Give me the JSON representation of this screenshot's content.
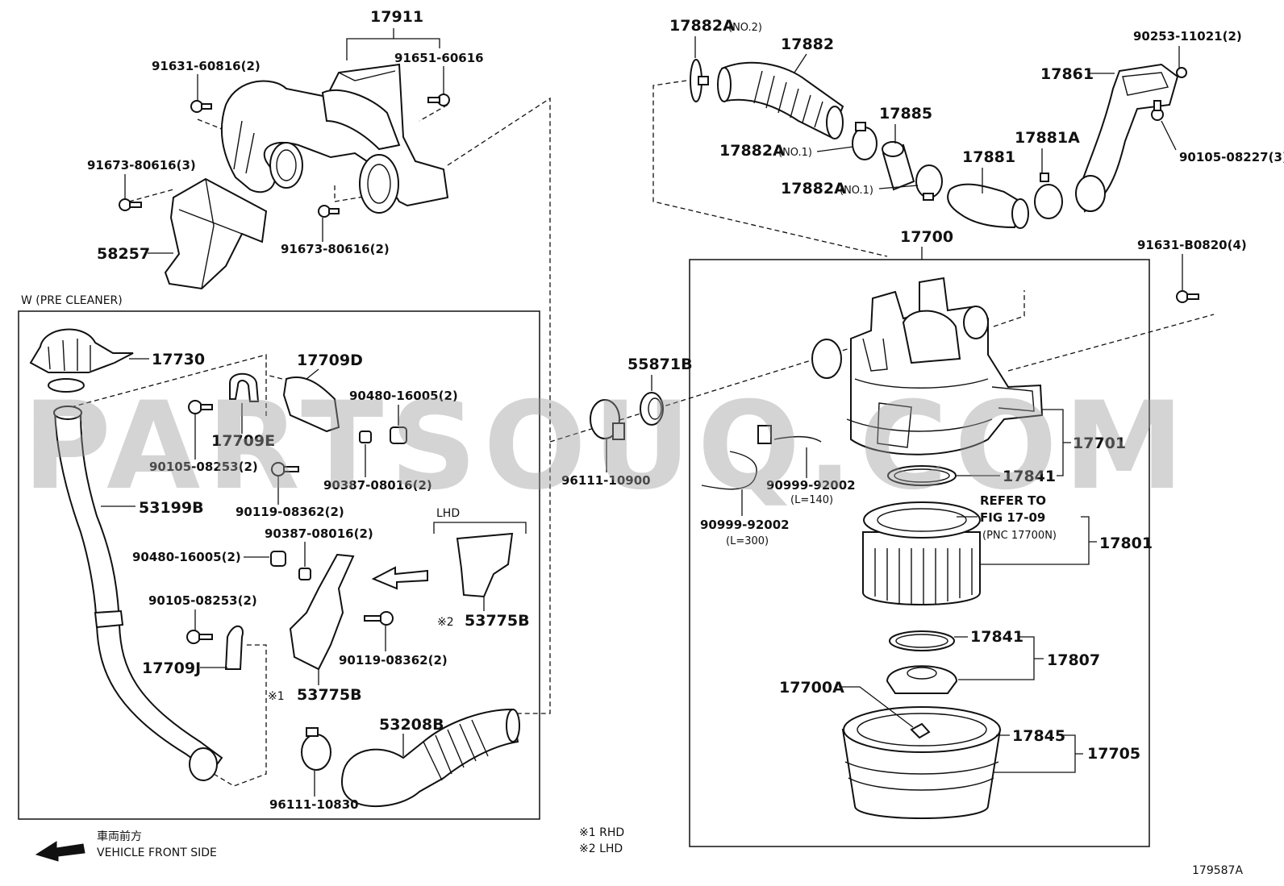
{
  "watermark": "PARTSOUQ.COM",
  "section_header": "W (PRE CLEANER)",
  "lhd_label": "LHD",
  "figure_code": "179587A",
  "direction": {
    "jp": "車両前方",
    "en": "VEHICLE FRONT SIDE"
  },
  "legend": {
    "note1": "※1  RHD",
    "note2": "※2  LHD"
  },
  "parts": {
    "p17911": "17911",
    "p91631_60816": "91631-60816(2)",
    "p91651_60616": "91651-60616",
    "p91673_80616_3": "91673-80616(3)",
    "p58257": "58257",
    "p91673_80616_2": "91673-80616(2)",
    "p17730": "17730",
    "p17709D": "17709D",
    "p17709E": "17709E",
    "p90480_16005_a": "90480-16005(2)",
    "p90105_08253_a": "90105-08253(2)",
    "p90387_08016_a": "90387-08016(2)",
    "p90119_08362_a": "90119-08362(2)",
    "p53199B": "53199B",
    "p90387_08016_b": "90387-08016(2)",
    "p90480_16005_b": "90480-16005(2)",
    "p90105_08253_b": "90105-08253(2)",
    "p90119_08362_b": "90119-08362(2)",
    "p17709J": "17709J",
    "p53775B_a": "53775B",
    "p53775B_b": "53775B",
    "mark1": "※1",
    "mark2": "※2",
    "p53208B": "53208B",
    "p96111_10830": "96111-10830",
    "p17882A_no2": "17882A",
    "p17882A_no2_sub": "(NO.2)",
    "p17882": "17882",
    "p17885": "17885",
    "p17882A_no1a": "17882A",
    "p17882A_no1a_sub": "(NO.1)",
    "p17882A_no1b": "17882A",
    "p17882A_no1b_sub": "(NO.1)",
    "p17881": "17881",
    "p17881A": "17881A",
    "p17861": "17861",
    "p90253_11021": "90253-11021(2)",
    "p90105_08227": "90105-08227(3)",
    "p17700": "17700",
    "p91631_B0820": "91631-B0820(4)",
    "p55871B": "55871B",
    "p96111_10900": "96111-10900",
    "p17701": "17701",
    "p17841_a": "17841",
    "p90999_92002_a": "90999-92002",
    "p90999_92002_a_sub": "(L=140)",
    "p90999_92002_b": "90999-92002",
    "p90999_92002_b_sub": "(L=300)",
    "refer1": "REFER TO",
    "refer2": "FIG 17-09",
    "refer3": "(PNC 17700N)",
    "p17801": "17801",
    "p17841_b": "17841",
    "p17807": "17807",
    "p17700A": "17700A",
    "p17845": "17845",
    "p17705": "17705"
  }
}
